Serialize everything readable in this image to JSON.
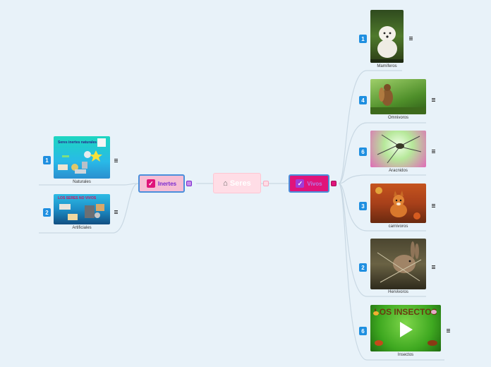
{
  "colors": {
    "background": "#e8f2f9",
    "central_fill": "#ffdde6",
    "inertes_fill": "#f6bdd4",
    "vivos_fill": "#e0147a",
    "badge": "#1f8fe0",
    "connector": "#c9d8e3"
  },
  "central": {
    "label": "Seres",
    "icon": "home-icon"
  },
  "branches": {
    "inertes": {
      "label": "Inertes",
      "icon": "checkbox-check-icon"
    },
    "vivos": {
      "label": "Vivos",
      "icon": "checkbox-check-icon"
    }
  },
  "leaves_left": [
    {
      "label": "Naturales",
      "badge": "1",
      "image_title": "Seres inertes naturales",
      "image": "natural-objects-image"
    },
    {
      "label": "Artificiales",
      "badge": "2",
      "image_title": "LOS SERES NO VIVOS",
      "image": "artificial-objects-image"
    }
  ],
  "leaves_right": [
    {
      "label": "Mamíferos",
      "badge": "1",
      "image": "puppy-photo"
    },
    {
      "label": "Omnivoros",
      "badge": "4",
      "image": "squirrel-photo"
    },
    {
      "label": "Aracnidos",
      "badge": "6",
      "image": "spider-photo"
    },
    {
      "label": "carnivoros",
      "badge": "3",
      "image": "fox-photo"
    },
    {
      "label": "Hervivoros",
      "badge": "2",
      "image": "rabbit-photo"
    },
    {
      "label": "Insectos",
      "badge": "6",
      "image_title": "LOS INSECTOS",
      "image": "insects-video-thumbnail"
    }
  ]
}
